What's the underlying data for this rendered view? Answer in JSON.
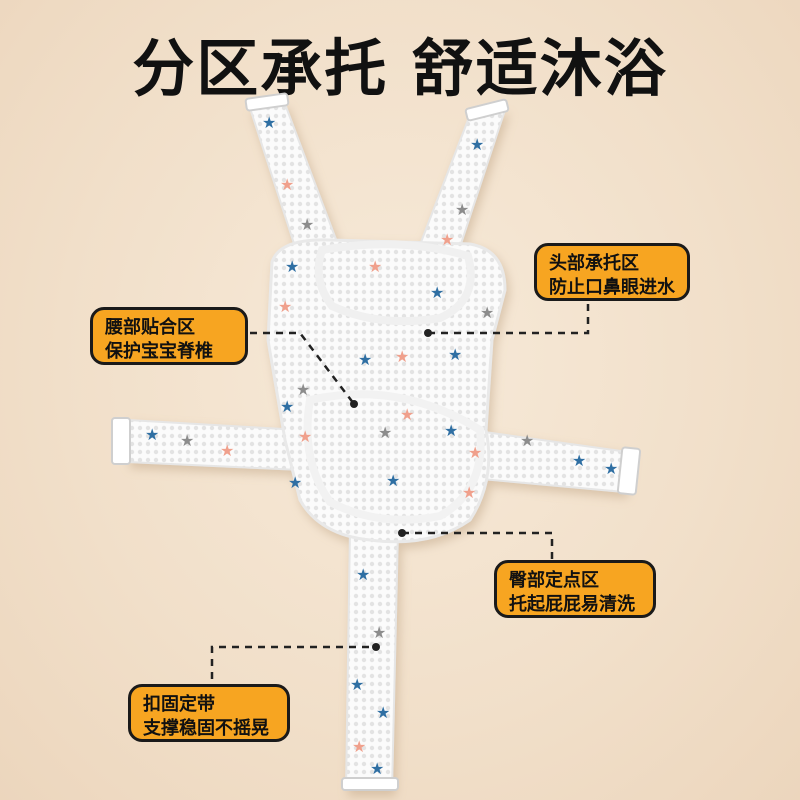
{
  "title": "分区承托 舒适沐浴",
  "callouts": {
    "head": {
      "line1": "头部承托区",
      "line2": "防止口鼻眼进水"
    },
    "waist": {
      "line1": "腰部贴合区",
      "line2": "保护宝宝脊椎"
    },
    "hip": {
      "line1": "臀部定点区",
      "line2": "托起屁屁易清洗"
    },
    "strap": {
      "line1": "扣固定带",
      "line2": "支撑稳固不摇晃"
    }
  },
  "colors": {
    "callout_fill": "#f7a521",
    "callout_border": "#1a1a1a",
    "mesh": "#ffffff",
    "star_blue": "#2f6fa3",
    "star_pink": "#f0a08c",
    "star_gray": "#8c8c8c"
  }
}
